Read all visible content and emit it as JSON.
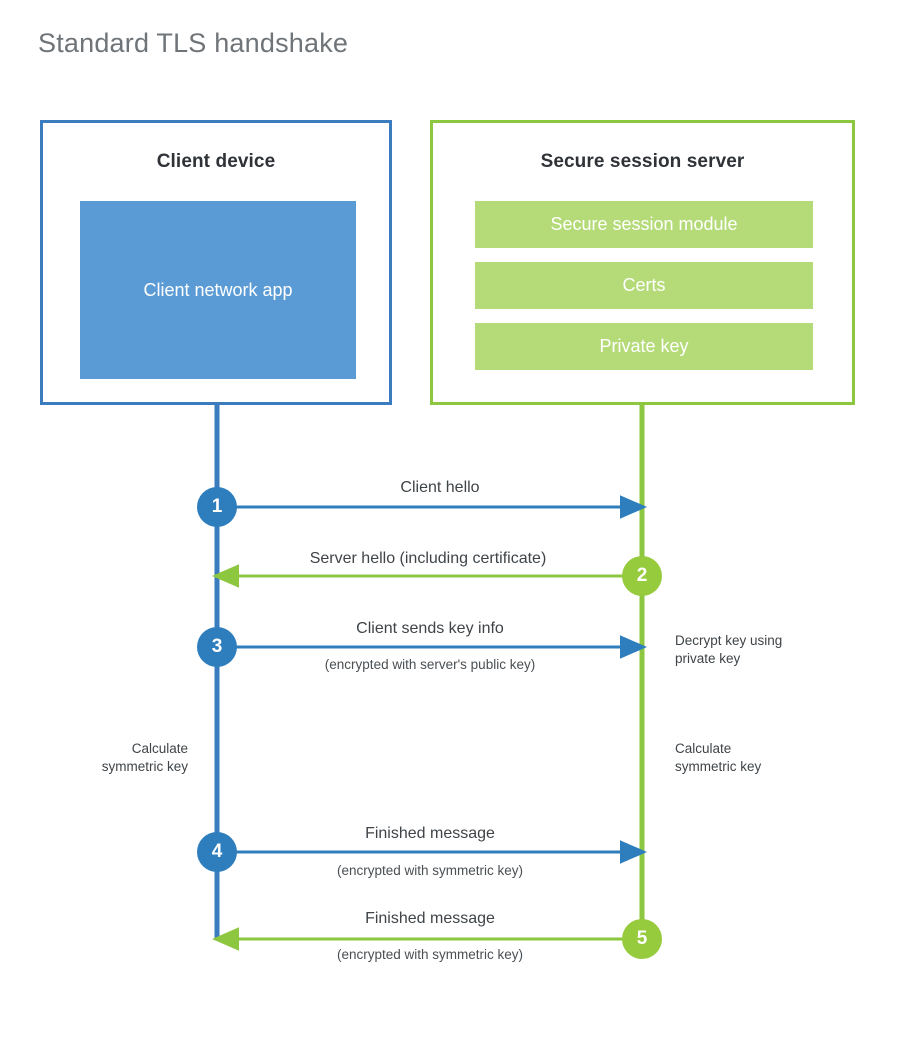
{
  "title": "Standard TLS handshake",
  "colors": {
    "client_border": "#3a7cbe",
    "client_fill": "#5b9bd5",
    "client_accent": "#2e7ebd",
    "server_border": "#8dc63f",
    "server_fill": "#b5db79",
    "server_accent": "#96cb3e",
    "title_text": "#6f7478",
    "body_text": "#3f4448",
    "background": "#ffffff"
  },
  "parties": {
    "client": {
      "title": "Client device",
      "app_label": "Client network app"
    },
    "server": {
      "title": "Secure session server",
      "modules": [
        {
          "label": "Secure session module"
        },
        {
          "label": "Certs"
        },
        {
          "label": "Private key"
        }
      ]
    }
  },
  "steps": [
    {
      "number": "1",
      "label": "Client hello",
      "sublabel": "",
      "direction": "client-to-server",
      "actor": "client"
    },
    {
      "number": "2",
      "label": "Server hello (including certificate)",
      "sublabel": "",
      "direction": "server-to-client",
      "actor": "server"
    },
    {
      "number": "3",
      "label": "Client sends key info",
      "sublabel": "(encrypted with server's public key)",
      "direction": "client-to-server",
      "actor": "client"
    },
    {
      "number": "4",
      "label": "Finished message",
      "sublabel": "(encrypted with symmetric key)",
      "direction": "client-to-server",
      "actor": "client"
    },
    {
      "number": "5",
      "label": "Finished message",
      "sublabel": "(encrypted with symmetric key)",
      "direction": "server-to-client",
      "actor": "server"
    }
  ],
  "notes": {
    "decrypt_key": "Decrypt key using\nprivate key",
    "client_calculate": "Calculate\nsymmetric key",
    "server_calculate": "Calculate\nsymmetric key"
  }
}
